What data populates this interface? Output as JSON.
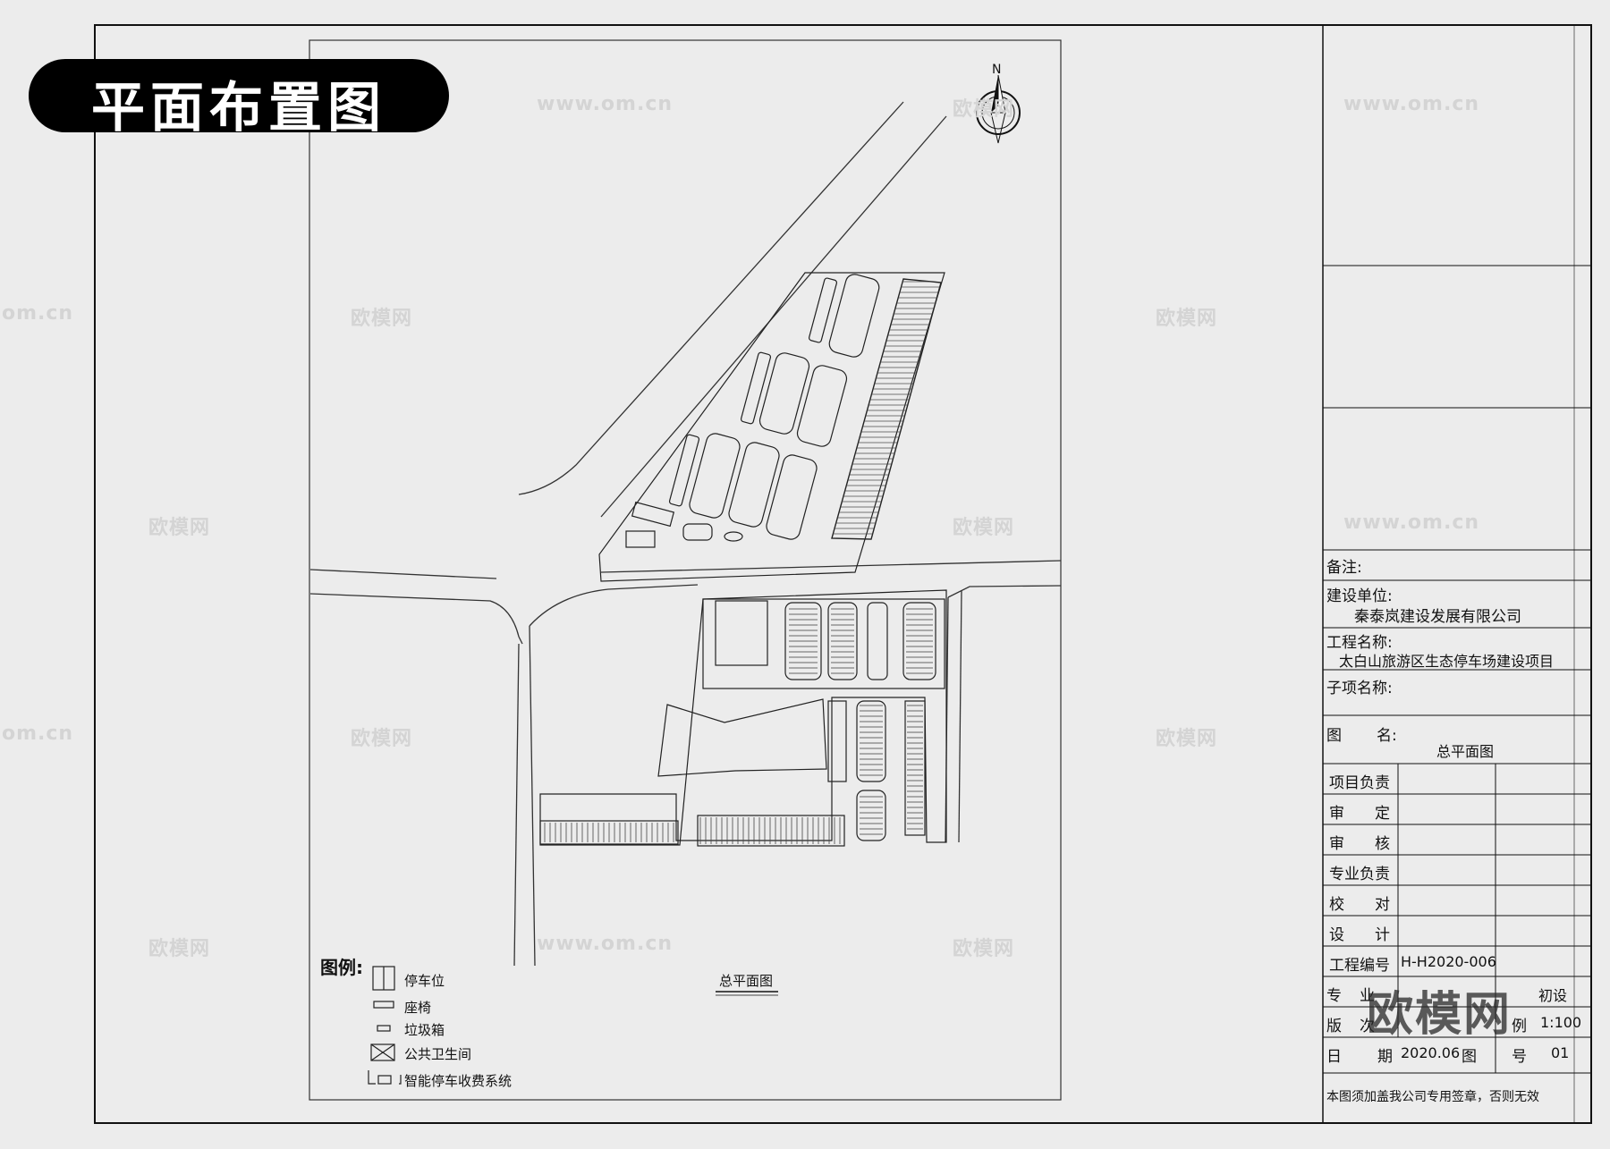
{
  "banner": {
    "title": "平面布置图"
  },
  "north_label": "N",
  "drawing_caption": "总平面图",
  "legend": {
    "title": "图例:",
    "items": [
      "停车位",
      "座椅",
      "垃圾箱",
      "公共卫生间",
      "智能停车收费系统"
    ]
  },
  "title_block": {
    "remarks_label": "备注:",
    "client_label": "建设单位:",
    "client_value": "秦泰岚建设发展有限公司",
    "project_label": "工程名称:",
    "project_value": "太白山旅游区生态停车场建设项目",
    "subitem_label": "子项名称:",
    "drawing_name_label_1": "图",
    "drawing_name_label_2": "名:",
    "drawing_name_value": "总平面图",
    "rows": [
      {
        "label": "项目负责"
      },
      {
        "label": "审　　定"
      },
      {
        "label": "审　　核"
      },
      {
        "label": "专业负责"
      },
      {
        "label": "校　　对"
      },
      {
        "label": "设　　计"
      }
    ],
    "project_no_label": "工程编号",
    "project_no_value": "H-H2020-006",
    "stage_value": "初设",
    "scale_value": "1:100",
    "date_value": "2020.06",
    "sheet_value": "01",
    "partial_labels": {
      "zhuan": "专",
      "ye": "业",
      "ban": "版",
      "ci": "次",
      "ri": "日",
      "qi": "期",
      "tu": "图",
      "hao": "号",
      "li": "例"
    },
    "footer_note": "本图须加盖我公司专用签章，否则无效"
  },
  "watermarks": {
    "url": "www.om.cn",
    "brand": "欧模网",
    "partial": "om.cn"
  }
}
